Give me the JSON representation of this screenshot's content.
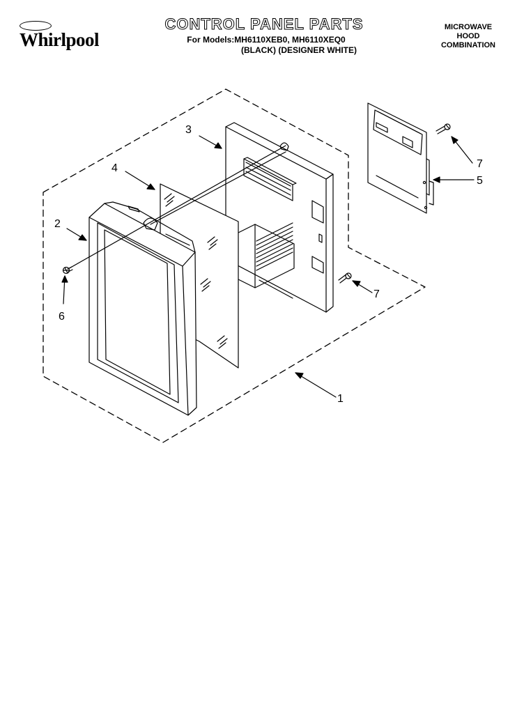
{
  "header": {
    "brand": "Whirlpool",
    "title": "CONTROL PANEL PARTS",
    "models_line": "For Models:MH6110XEB0, MH6110XEQ0",
    "finish_line": "(BLACK)  (DESIGNER WHITE)",
    "product_type": [
      "MICROWAVE",
      "HOOD",
      "COMBINATION"
    ]
  },
  "callouts": [
    "1",
    "2",
    "3",
    "4",
    "5",
    "6",
    "7",
    "7"
  ],
  "icons": {
    "brand_emblem": "whirlpool-emblem-icon"
  }
}
